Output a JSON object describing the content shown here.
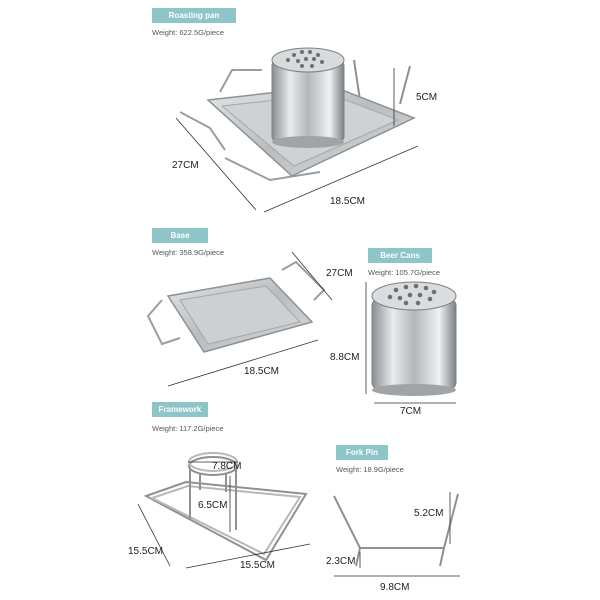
{
  "roasting_pan": {
    "tag": "Roasting pan",
    "weight": "Weight: 622.5G/piece",
    "dim_height": "5CM",
    "dim_width": "27CM",
    "dim_length": "18.5CM"
  },
  "base": {
    "tag": "Base",
    "weight": "Weight: 358.9G/piece",
    "dim_width": "27CM",
    "dim_length": "18.5CM"
  },
  "beer_cans": {
    "tag": "Beer Cans",
    "weight": "Weight: 105.7G/piece",
    "dim_height": "8.8CM",
    "dim_width": "7CM"
  },
  "framework": {
    "tag": "Framework",
    "weight": "Weight: 117.2G/piece",
    "dim_ring": "7.8CM",
    "dim_height": "6.5CM",
    "dim_width": "15.5CM",
    "dim_length": "15.5CM"
  },
  "fork_pin": {
    "tag": "Fork Pin",
    "weight": "Weight: 18.9G/piece",
    "dim_height": "5.2CM",
    "dim_base": "2.3CM",
    "dim_width": "9.8CM"
  },
  "colors": {
    "tag": "#8ec5c8",
    "steel": "#c9ccce",
    "steel_dark": "#8d9194",
    "line": "#333333"
  }
}
